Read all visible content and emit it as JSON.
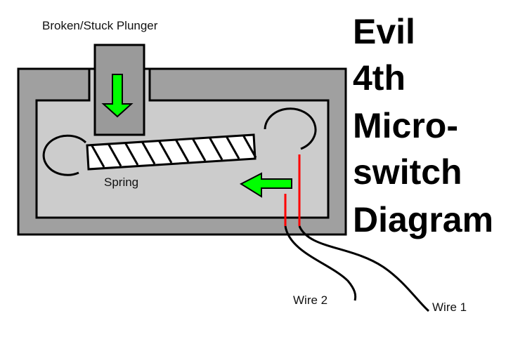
{
  "title_lines": [
    "Evil",
    "4th",
    "Micro-",
    "switch",
    "Diagram"
  ],
  "labels": {
    "plunger": "Broken/Stuck Plunger",
    "spring": "Spring",
    "wire1": "Wire 1",
    "wire2": "Wire 2"
  },
  "colors": {
    "housing_outer": "#a0a0a0",
    "housing_inner": "#cccccc",
    "plunger": "#9a9a9a",
    "arrow": "#00ff00",
    "contact_wire": "#ff0000",
    "lead_wire": "#000000"
  },
  "arrows": {
    "plunger_direction": "down",
    "contact_direction": "left"
  }
}
